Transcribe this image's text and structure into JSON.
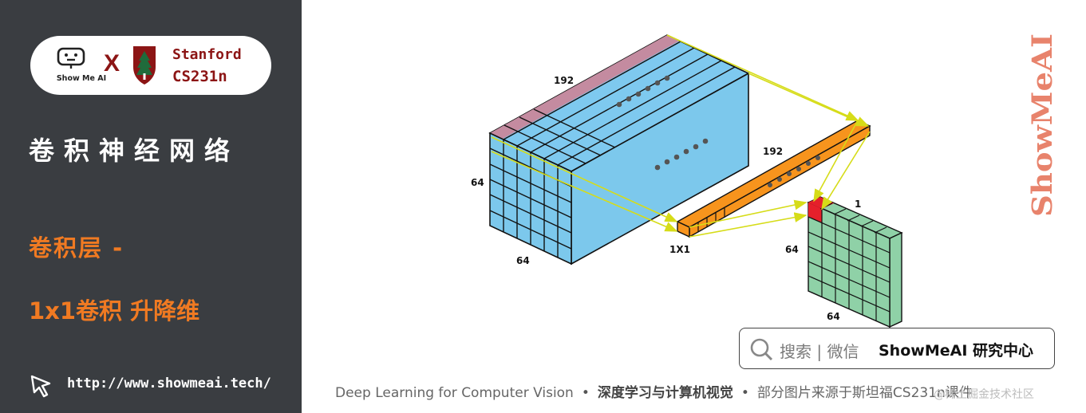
{
  "sidebar": {
    "brand_showme": "Show Me AI",
    "brand_x": "X",
    "brand_stanford": "Stanford",
    "brand_course": "CS231n",
    "heading": "卷积神经网络",
    "topic_line1": "卷积层 -",
    "topic_line2": "1x1卷积 升降维",
    "url": "http://www.showmeai.tech/"
  },
  "diagram": {
    "input_width_label": "192",
    "input_height_label": "64",
    "input_depth_label": "64",
    "filter_depth_label": "192",
    "filter_size_label": "1X1",
    "output_depth_label": "1",
    "output_height_label": "64",
    "output_width_label": "64",
    "colors": {
      "input_face": "#7cc8ec",
      "input_top": "#7ec9ef",
      "input_slice": "#c48ba0",
      "filter": "#f7941d",
      "output": "#8fd1a7",
      "output_highlight": "#e5202b",
      "arrow": "#d6dc18",
      "dots": "#555555"
    }
  },
  "watermark": {
    "text": "ShowMeAI",
    "color": "#e8836c"
  },
  "search": {
    "text": "搜索 | 微信",
    "brand": "ShowMeAI 研究中心"
  },
  "footer": {
    "part1": "Deep Learning for Computer Vision",
    "separator": "•",
    "part2": "深度学习与计算机视觉",
    "part3": "部分图片来源于斯坦福CS231n课件",
    "credit": "@稀土掘金技术社区"
  }
}
